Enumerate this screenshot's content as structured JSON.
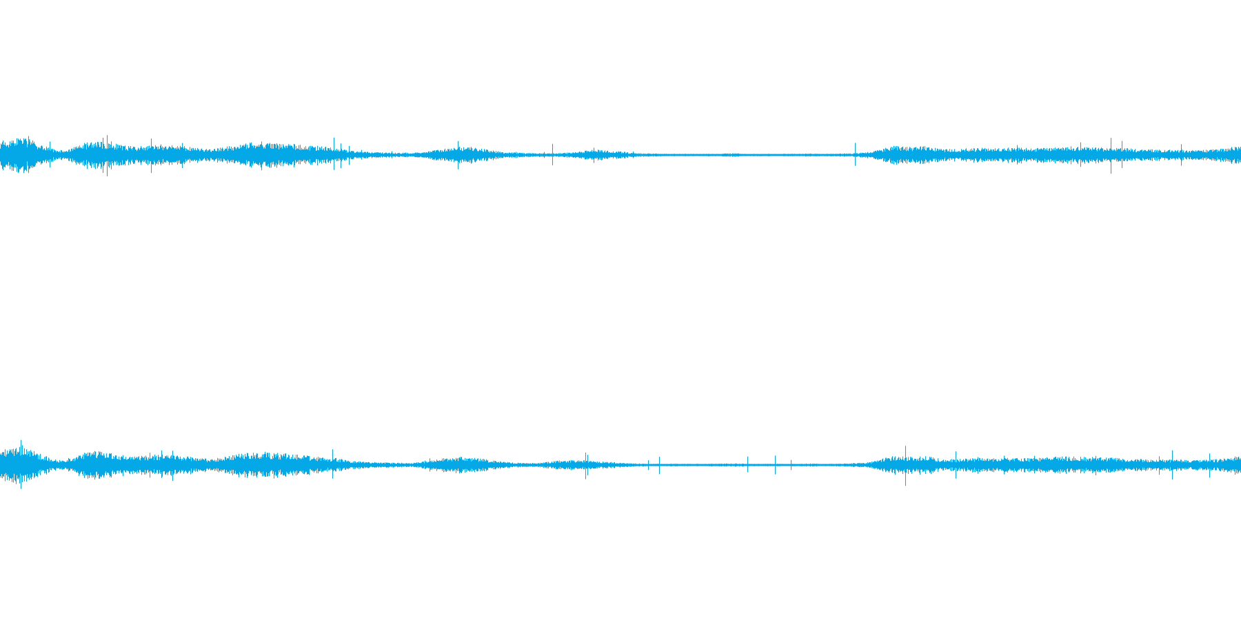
{
  "waveform": {
    "color": "#05a8e6",
    "background": "#ffffff",
    "channels": [
      {
        "id": "left",
        "envelope": [
          0.45,
          0.55,
          0.6,
          0.5,
          0.35,
          0.2,
          0.15,
          0.25,
          0.4,
          0.45,
          0.42,
          0.38,
          0.3,
          0.28,
          0.32,
          0.35,
          0.33,
          0.3,
          0.28,
          0.22,
          0.2,
          0.25,
          0.3,
          0.38,
          0.42,
          0.45,
          0.4,
          0.38,
          0.36,
          0.33,
          0.3,
          0.28,
          0.22,
          0.16,
          0.12,
          0.1,
          0.09,
          0.08,
          0.08,
          0.08,
          0.1,
          0.14,
          0.2,
          0.25,
          0.28,
          0.26,
          0.2,
          0.14,
          0.1,
          0.08,
          0.07,
          0.06,
          0.06,
          0.06,
          0.08,
          0.12,
          0.16,
          0.18,
          0.16,
          0.12,
          0.08,
          0.06,
          0.05,
          0.04,
          0.04,
          0.04,
          0.04,
          0.04,
          0.04,
          0.05,
          0.06,
          0.04,
          0.04,
          0.04,
          0.04,
          0.04,
          0.04,
          0.05,
          0.04,
          0.04,
          0.05,
          0.06,
          0.08,
          0.12,
          0.22,
          0.3,
          0.28,
          0.26,
          0.3,
          0.22,
          0.2,
          0.2,
          0.22,
          0.24,
          0.22,
          0.22,
          0.24,
          0.24,
          0.22,
          0.24,
          0.26,
          0.28,
          0.28,
          0.26,
          0.26,
          0.24,
          0.24,
          0.22,
          0.2,
          0.2,
          0.18,
          0.18,
          0.18,
          0.16,
          0.16,
          0.18,
          0.2,
          0.26,
          0.3
        ]
      },
      {
        "id": "right",
        "envelope": [
          0.45,
          0.58,
          0.62,
          0.5,
          0.35,
          0.2,
          0.15,
          0.25,
          0.4,
          0.47,
          0.42,
          0.36,
          0.3,
          0.28,
          0.32,
          0.35,
          0.33,
          0.3,
          0.28,
          0.22,
          0.2,
          0.25,
          0.32,
          0.38,
          0.42,
          0.44,
          0.4,
          0.38,
          0.35,
          0.32,
          0.28,
          0.26,
          0.22,
          0.16,
          0.12,
          0.1,
          0.09,
          0.08,
          0.08,
          0.08,
          0.1,
          0.15,
          0.22,
          0.26,
          0.28,
          0.25,
          0.2,
          0.14,
          0.1,
          0.08,
          0.07,
          0.07,
          0.1,
          0.14,
          0.16,
          0.16,
          0.14,
          0.12,
          0.1,
          0.08,
          0.06,
          0.05,
          0.04,
          0.04,
          0.04,
          0.04,
          0.04,
          0.04,
          0.04,
          0.05,
          0.06,
          0.04,
          0.04,
          0.04,
          0.04,
          0.04,
          0.04,
          0.05,
          0.04,
          0.04,
          0.05,
          0.06,
          0.08,
          0.12,
          0.22,
          0.3,
          0.28,
          0.26,
          0.3,
          0.22,
          0.2,
          0.2,
          0.22,
          0.24,
          0.22,
          0.22,
          0.24,
          0.24,
          0.22,
          0.24,
          0.26,
          0.28,
          0.28,
          0.26,
          0.26,
          0.24,
          0.24,
          0.22,
          0.2,
          0.2,
          0.18,
          0.18,
          0.18,
          0.16,
          0.16,
          0.18,
          0.2,
          0.26,
          0.3
        ]
      }
    ]
  }
}
